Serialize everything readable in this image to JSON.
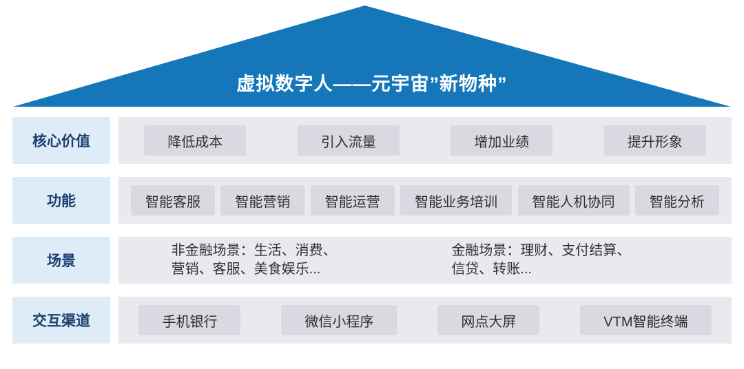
{
  "title": "虚拟数字人——元宇宙”新物种”",
  "rows": [
    {
      "label": "核心价值",
      "items": [
        "降低成本",
        "引入流量",
        "增加业绩",
        "提升形象"
      ]
    },
    {
      "label": "功能",
      "items": [
        "智能客服",
        "智能营销",
        "智能运营",
        "智能业务培训",
        "智能人机协同",
        "智能分析"
      ]
    },
    {
      "label": "场景",
      "items": [
        "非金融场景：生活、消费、\n营销、客服、美食娱乐...",
        "金融场景：理财、支付结算、\n信贷、转账..."
      ]
    },
    {
      "label": "交互渠道",
      "items": [
        "手机银行",
        "微信小程序",
        "网点大屏",
        "VTM智能终端"
      ]
    }
  ],
  "colors": {
    "roof_blue": "#1577b9",
    "label_bg": "#ddecf7",
    "label_text": "#1d3e6e",
    "row_bg": "#e9e9ef",
    "chip_bg": "#d9d9e2"
  }
}
